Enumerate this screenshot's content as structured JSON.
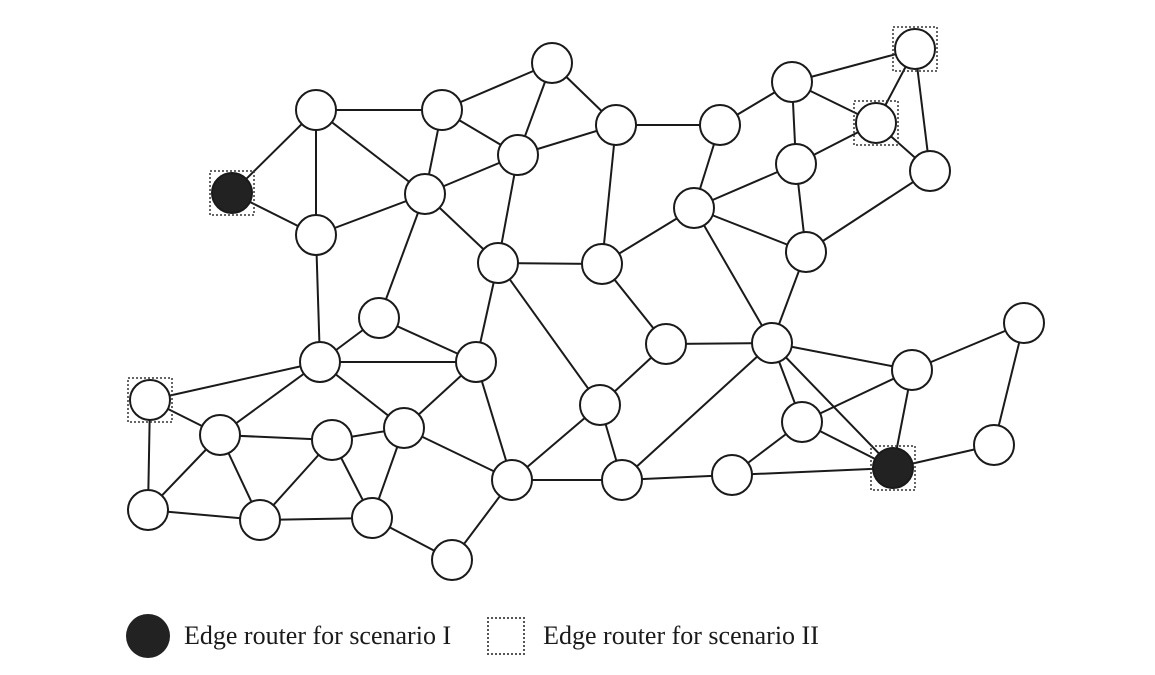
{
  "legend": {
    "filled_label": "Edge router for scenario I",
    "dotted_label": "Edge router for scenario II"
  },
  "colors": {
    "line": "#1a1a1a",
    "node_fill": "#ffffff",
    "edge_router_fill": "#222222"
  },
  "graph": {
    "nodes": [
      {
        "id": "n1",
        "role": "scenario-I-and-II"
      },
      {
        "id": "n2"
      },
      {
        "id": "n3"
      },
      {
        "id": "n4"
      },
      {
        "id": "n5"
      },
      {
        "id": "n6"
      },
      {
        "id": "n7"
      },
      {
        "id": "n8"
      },
      {
        "id": "n9"
      },
      {
        "id": "n10"
      },
      {
        "id": "n11",
        "role": "scenario-II"
      },
      {
        "id": "n12"
      },
      {
        "id": "n13"
      },
      {
        "id": "n14"
      },
      {
        "id": "n15"
      },
      {
        "id": "n16"
      },
      {
        "id": "n17"
      },
      {
        "id": "n18"
      },
      {
        "id": "n19"
      },
      {
        "id": "n20"
      },
      {
        "id": "n21"
      },
      {
        "id": "n22"
      },
      {
        "id": "n23"
      },
      {
        "id": "n24"
      },
      {
        "id": "n25",
        "role": "scenario-II"
      },
      {
        "id": "n26"
      },
      {
        "id": "n27"
      },
      {
        "id": "n28"
      },
      {
        "id": "n29"
      },
      {
        "id": "n30"
      },
      {
        "id": "n31"
      },
      {
        "id": "n32"
      },
      {
        "id": "n33"
      },
      {
        "id": "n34"
      },
      {
        "id": "n35"
      },
      {
        "id": "n36"
      },
      {
        "id": "n37"
      },
      {
        "id": "n38"
      },
      {
        "id": "n39"
      },
      {
        "id": "n40"
      },
      {
        "id": "n41"
      },
      {
        "id": "n42",
        "role": "scenario-I-and-II"
      },
      {
        "id": "n43"
      },
      {
        "id": "n44"
      }
    ],
    "edges": [
      [
        "n1",
        "n2"
      ],
      [
        "n1",
        "n4"
      ],
      [
        "n2",
        "n3"
      ],
      [
        "n2",
        "n4"
      ],
      [
        "n2",
        "n5"
      ],
      [
        "n4",
        "n5"
      ],
      [
        "n3",
        "n5"
      ],
      [
        "n3",
        "n6"
      ],
      [
        "n6",
        "n7"
      ],
      [
        "n7",
        "n8"
      ],
      [
        "n6",
        "n8"
      ],
      [
        "n7",
        "n9"
      ],
      [
        "n9",
        "n10"
      ],
      [
        "n8",
        "n14"
      ],
      [
        "n5",
        "n14"
      ],
      [
        "n14",
        "n15"
      ],
      [
        "n15",
        "n9"
      ],
      [
        "n5",
        "n12"
      ],
      [
        "n4",
        "n13"
      ],
      [
        "n12",
        "n13"
      ],
      [
        "n13",
        "n11"
      ],
      [
        "n12",
        "n16"
      ],
      [
        "n13",
        "n16"
      ],
      [
        "n16",
        "n14"
      ],
      [
        "n11",
        "n19"
      ],
      [
        "n13",
        "n17"
      ],
      [
        "n17",
        "n19"
      ],
      [
        "n17",
        "n18"
      ],
      [
        "n18",
        "n20"
      ],
      [
        "n13",
        "n20"
      ],
      [
        "n19",
        "n21"
      ],
      [
        "n19",
        "n22"
      ],
      [
        "n21",
        "n22"
      ],
      [
        "n22",
        "n23"
      ],
      [
        "n21",
        "n23"
      ],
      [
        "n20",
        "n23"
      ],
      [
        "n20",
        "n24"
      ],
      [
        "n23",
        "n24"
      ],
      [
        "n20",
        "n30"
      ],
      [
        "n16",
        "n30"
      ],
      [
        "n24",
        "n30"
      ],
      [
        "n14",
        "n29"
      ],
      [
        "n29",
        "n30"
      ],
      [
        "n29",
        "n31"
      ],
      [
        "n30",
        "n32"
      ],
      [
        "n31",
        "n32"
      ],
      [
        "n32",
        "n34"
      ],
      [
        "n30",
        "n34"
      ],
      [
        "n15",
        "n33"
      ],
      [
        "n33",
        "n36"
      ],
      [
        "n36",
        "n34"
      ],
      [
        "n9",
        "n26"
      ],
      [
        "n10",
        "n26"
      ],
      [
        "n26",
        "n27"
      ],
      [
        "n27",
        "n28"
      ],
      [
        "n25",
        "n28"
      ],
      [
        "n25",
        "n40"
      ],
      [
        "n26",
        "n37"
      ],
      [
        "n37",
        "n38"
      ],
      [
        "n27",
        "n38"
      ],
      [
        "n38",
        "n39"
      ],
      [
        "n28",
        "n40"
      ],
      [
        "n40",
        "n39"
      ],
      [
        "n33",
        "n37"
      ],
      [
        "n37",
        "n35"
      ],
      [
        "n35",
        "n39"
      ],
      [
        "n35",
        "n36"
      ],
      [
        "n36",
        "n41"
      ],
      [
        "n41",
        "n42"
      ],
      [
        "n34",
        "n43"
      ],
      [
        "n43",
        "n42"
      ],
      [
        "n36",
        "n44"
      ],
      [
        "n44",
        "n42"
      ],
      [
        "n35",
        "n36"
      ],
      [
        "n36",
        "n43"
      ],
      [
        "n44",
        "n45"
      ],
      [
        "n45",
        "n46"
      ],
      [
        "n46",
        "n42"
      ],
      [
        "n44",
        "n43"
      ],
      [
        "n43",
        "n36"
      ]
    ]
  }
}
